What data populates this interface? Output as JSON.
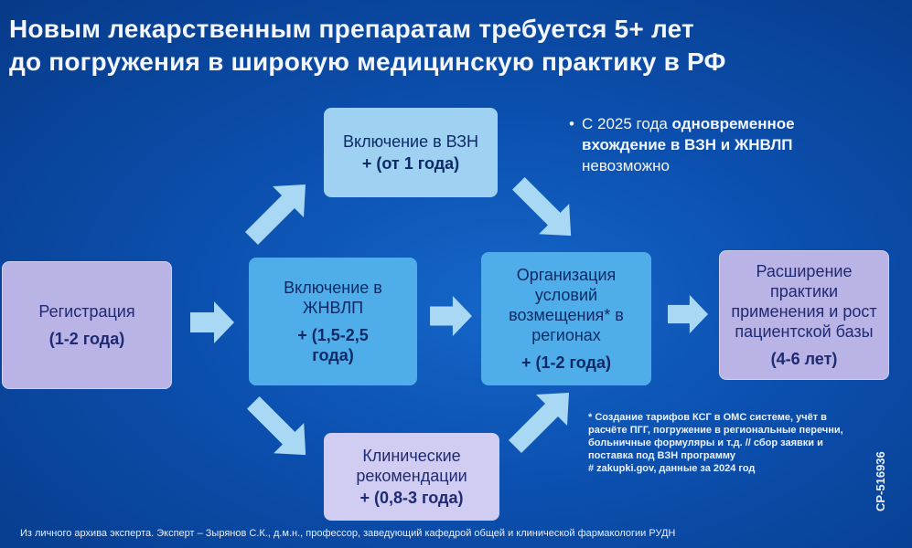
{
  "title": {
    "line1": "Новым лекарственным препаратам требуется 5+ лет",
    "line2": "до погружения в широкую медицинскую практику в РФ"
  },
  "boxes": {
    "registration": {
      "label": "Регистрация",
      "duration": "(1-2 года)"
    },
    "zhnvlp": {
      "label": "Включение в ЖНВЛП",
      "duration": "+ (1,5-2,5 года)"
    },
    "vzn": {
      "label": "Включение в ВЗН",
      "duration": "+ (от 1 года)"
    },
    "clinical": {
      "label": "Клинические рекомендации",
      "duration": "+ (0,8-3 года)"
    },
    "reimbursement": {
      "label": "Организация условий возмещения* в регионах",
      "duration": "+ (1-2 года)"
    },
    "expansion": {
      "label": "Расширение практики применения и рост пациентской базы",
      "duration": "(4-6 лет)"
    }
  },
  "note": {
    "prefix": "С 2025 года ",
    "bold": "одновременное вхождение в ВЗН и ЖНВЛП",
    "suffix": " невозможно"
  },
  "footnote": {
    "line1": "* Создание тарифов КСГ в ОМС системе, учёт в расчёте ПГГ, погружение в региональные перечни, больничные формуляры и т.д. // сбор заявки и поставка под ВЗН программу",
    "line2": "# zakupki.gov, данные за 2024 год"
  },
  "footer": "Из личного архива эксперта. Эксперт – Зырянов С.К., д.м.н., профессор, заведующий кафедрой общей и клинической фармакологии РУДН",
  "doc_code": "CP-516936",
  "colors": {
    "background": "#0b4fae",
    "lavender": "#b9b3e6",
    "blue_box": "#4faee9",
    "light_blue_box": "#9fd2f2",
    "arrow": "#a9d8f5"
  }
}
